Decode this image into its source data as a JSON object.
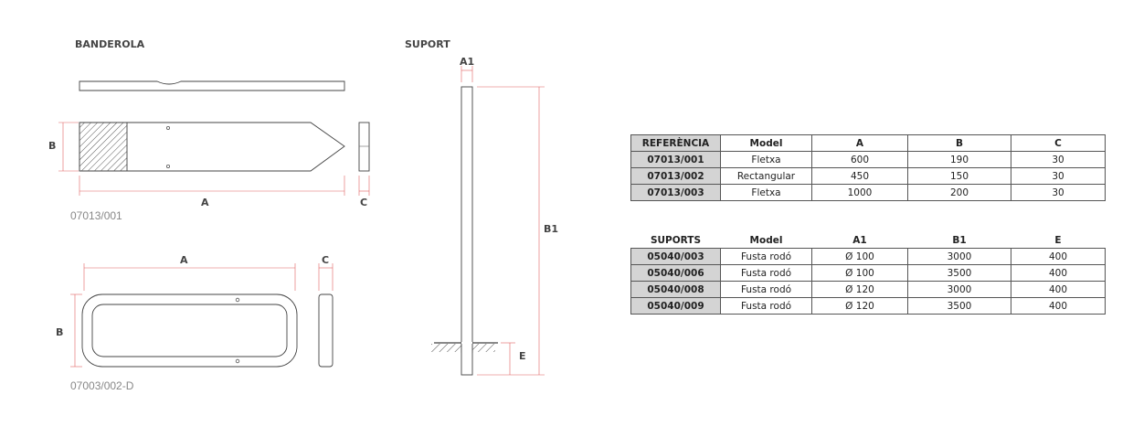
{
  "banderola": {
    "title": "BANDEROLA",
    "dims": {
      "a": "A",
      "b": "B",
      "c": "C"
    },
    "code_top": "07013/001",
    "code_bottom": "07003/002-D"
  },
  "suport": {
    "title": "SUPORT",
    "dims": {
      "a1": "A1",
      "b1": "B1",
      "e": "E"
    }
  },
  "colors": {
    "dimension_line": "#e06060",
    "table_ref_bg": "#d4d4d4",
    "outline": "#444444"
  },
  "ref_table": {
    "headers": [
      "REFERÈNCIA",
      "Model",
      "A",
      "B",
      "C"
    ],
    "rows": [
      [
        "07013/001",
        "Fletxa",
        "600",
        "190",
        "30"
      ],
      [
        "07013/002",
        "Rectangular",
        "450",
        "150",
        "30"
      ],
      [
        "07013/003",
        "Fletxa",
        "1000",
        "200",
        "30"
      ]
    ]
  },
  "sup_table": {
    "headers": [
      "SUPORTS",
      "Model",
      "A1",
      "B1",
      "E"
    ],
    "rows": [
      [
        "05040/003",
        "Fusta rodó",
        "Ø 100",
        "3000",
        "400"
      ],
      [
        "05040/006",
        "Fusta rodó",
        "Ø 100",
        "3500",
        "400"
      ],
      [
        "05040/008",
        "Fusta rodó",
        "Ø 120",
        "3000",
        "400"
      ],
      [
        "05040/009",
        "Fusta rodó",
        "Ø 120",
        "3500",
        "400"
      ]
    ]
  }
}
